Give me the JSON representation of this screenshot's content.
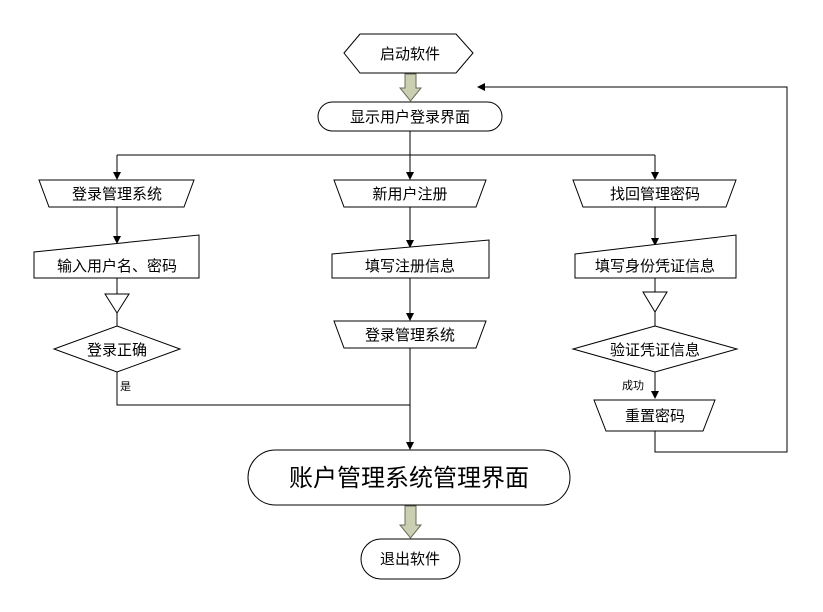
{
  "nodes": {
    "start": "启动软件",
    "login_ui": "显示用户登录界面",
    "branch_login": "登录管理系统",
    "branch_register": "新用户注册",
    "branch_recover": "找回管理密码",
    "input_credentials": "输入用户名、密码",
    "fill_register": "填写注册信息",
    "fill_identity": "填写身份凭证信息",
    "check_login": "登录正确",
    "register_login": "登录管理系统",
    "verify_identity": "验证凭证信息",
    "reset_password": "重置密码",
    "main_ui": "账户管理系统管理界面",
    "exit": "退出软件"
  },
  "edge_labels": {
    "yes": "是",
    "success": "成功"
  },
  "colors": {
    "line": "#000000",
    "fat_arrow_fill": "#c9cfb0"
  }
}
